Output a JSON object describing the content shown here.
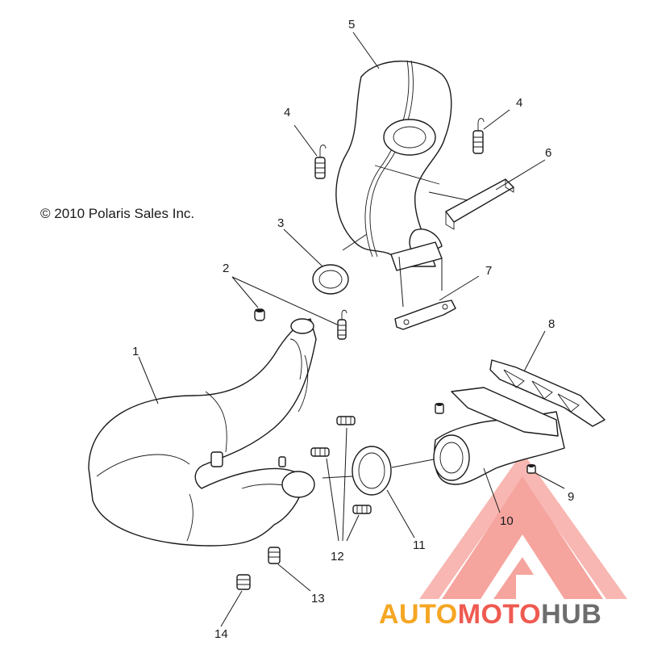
{
  "copyright": "© 2010 Polaris Sales Inc.",
  "callouts": [
    "1",
    "2",
    "3",
    "4",
    "4",
    "5",
    "6",
    "7",
    "8",
    "9",
    "10",
    "11",
    "12",
    "13",
    "14"
  ],
  "watermark": {
    "part1": "AUTO",
    "part2": "MOTO",
    "part3": "HUB",
    "color_orange": "#f5a623",
    "color_red": "#ef5a50",
    "color_gray": "#6d6d6d"
  }
}
